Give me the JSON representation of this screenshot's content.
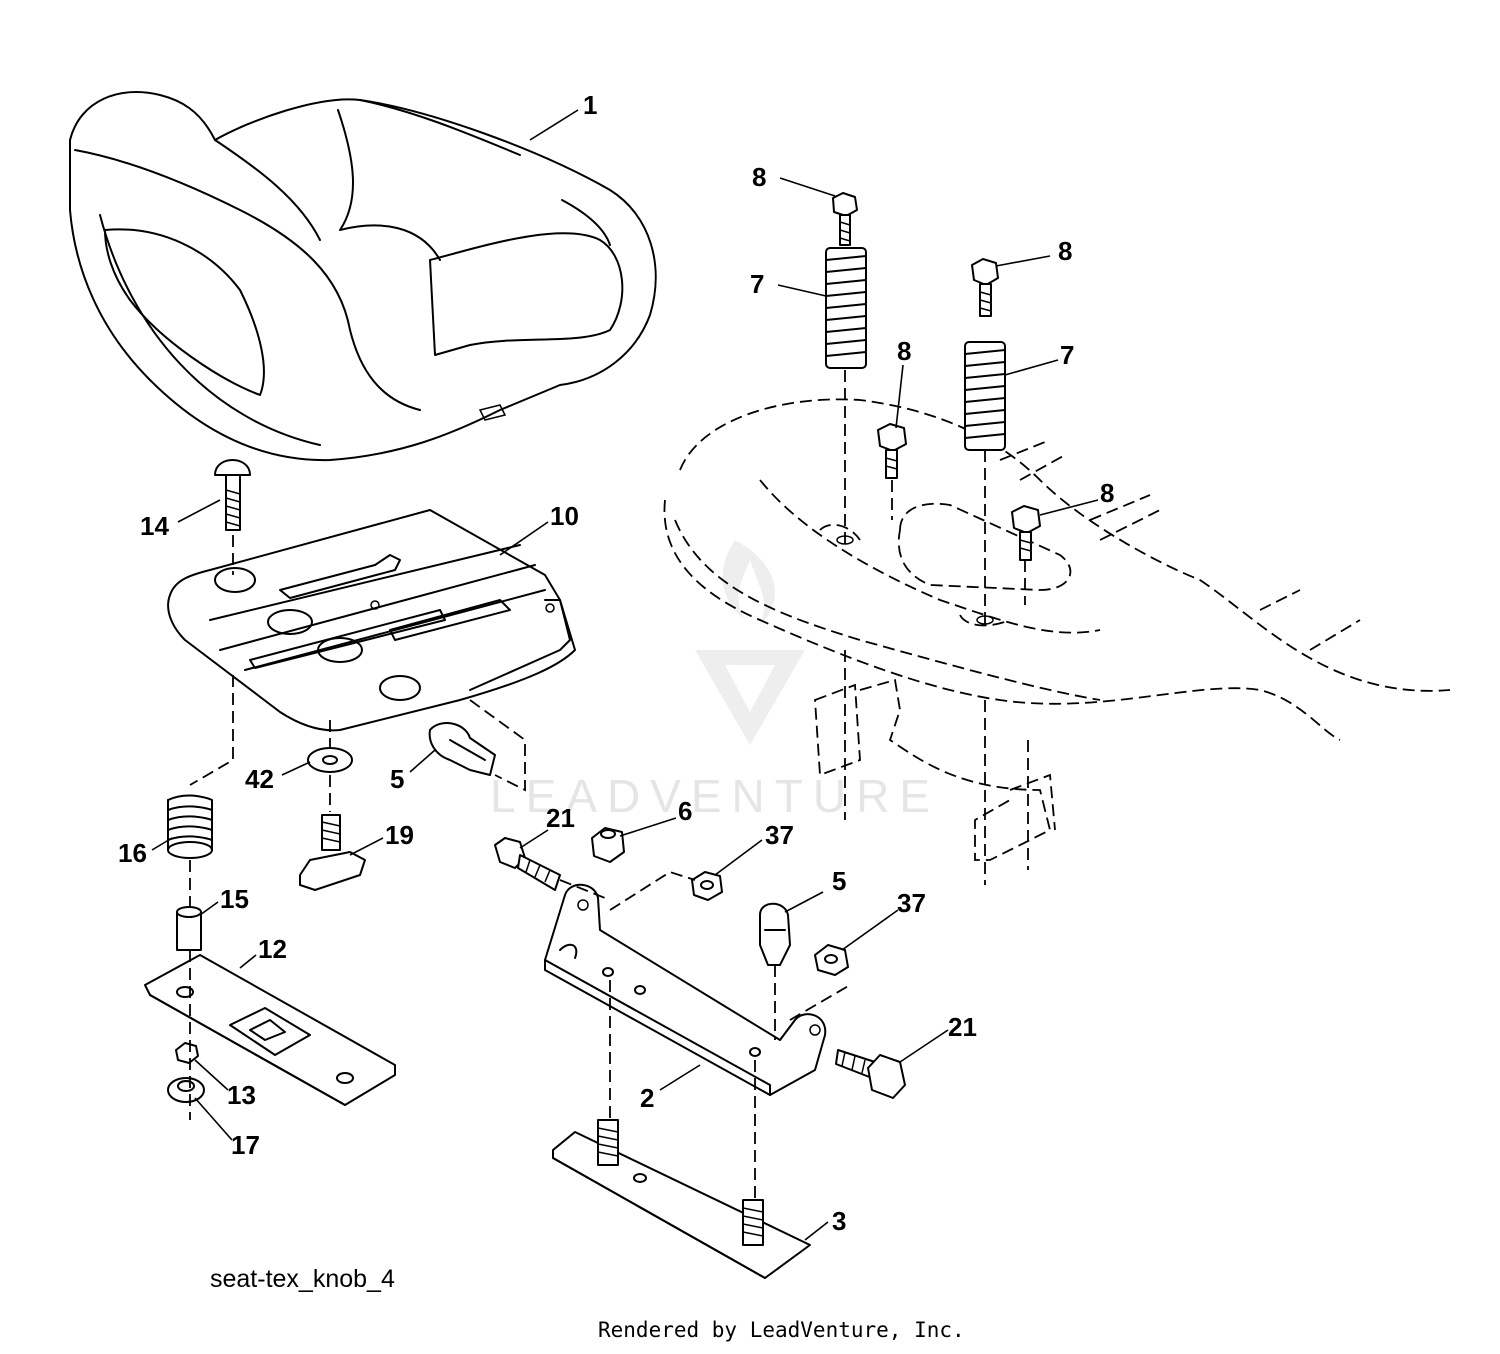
{
  "diagram": {
    "watermark": "LEADVENTURE",
    "caption": "seat-tex_knob_4",
    "footer": "Rendered by LeadVenture, Inc.",
    "callouts": {
      "c1": "1",
      "c8a": "8",
      "c7a": "7",
      "c8b": "8",
      "c8c": "8",
      "c7b": "7",
      "c8d": "8",
      "c14": "14",
      "c10": "10",
      "c42": "42",
      "c5a": "5",
      "c16": "16",
      "c19": "19",
      "c21a": "21",
      "c6": "6",
      "c37a": "37",
      "c15": "15",
      "c12": "12",
      "c5b": "5",
      "c37b": "37",
      "c21b": "21",
      "c13": "13",
      "c17": "17",
      "c2": "2",
      "c3": "3"
    }
  }
}
